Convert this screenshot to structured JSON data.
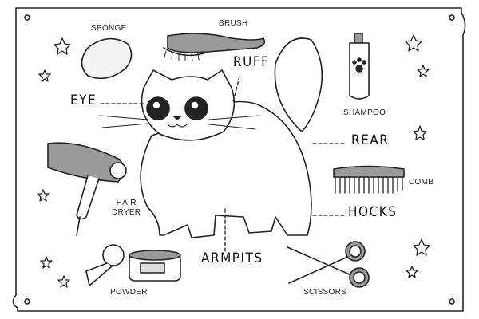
{
  "diagram": {
    "labels": {
      "sponge": "SPONGE",
      "brush": "BRUSH",
      "ruff": "RUFF",
      "eye": "EYE",
      "shampoo": "SHAMPOO",
      "rear": "REAR",
      "comb": "COMB",
      "hair_dryer_1": "HAIR",
      "hair_dryer_2": "DRYER",
      "hocks": "HOCKS",
      "armpits": "ARMPITS",
      "powder": "POWDER",
      "scissors": "SCISSORS"
    },
    "colors": {
      "line": "#222222",
      "gray": "#9a9a9a",
      "paper": "#ffffff"
    }
  }
}
